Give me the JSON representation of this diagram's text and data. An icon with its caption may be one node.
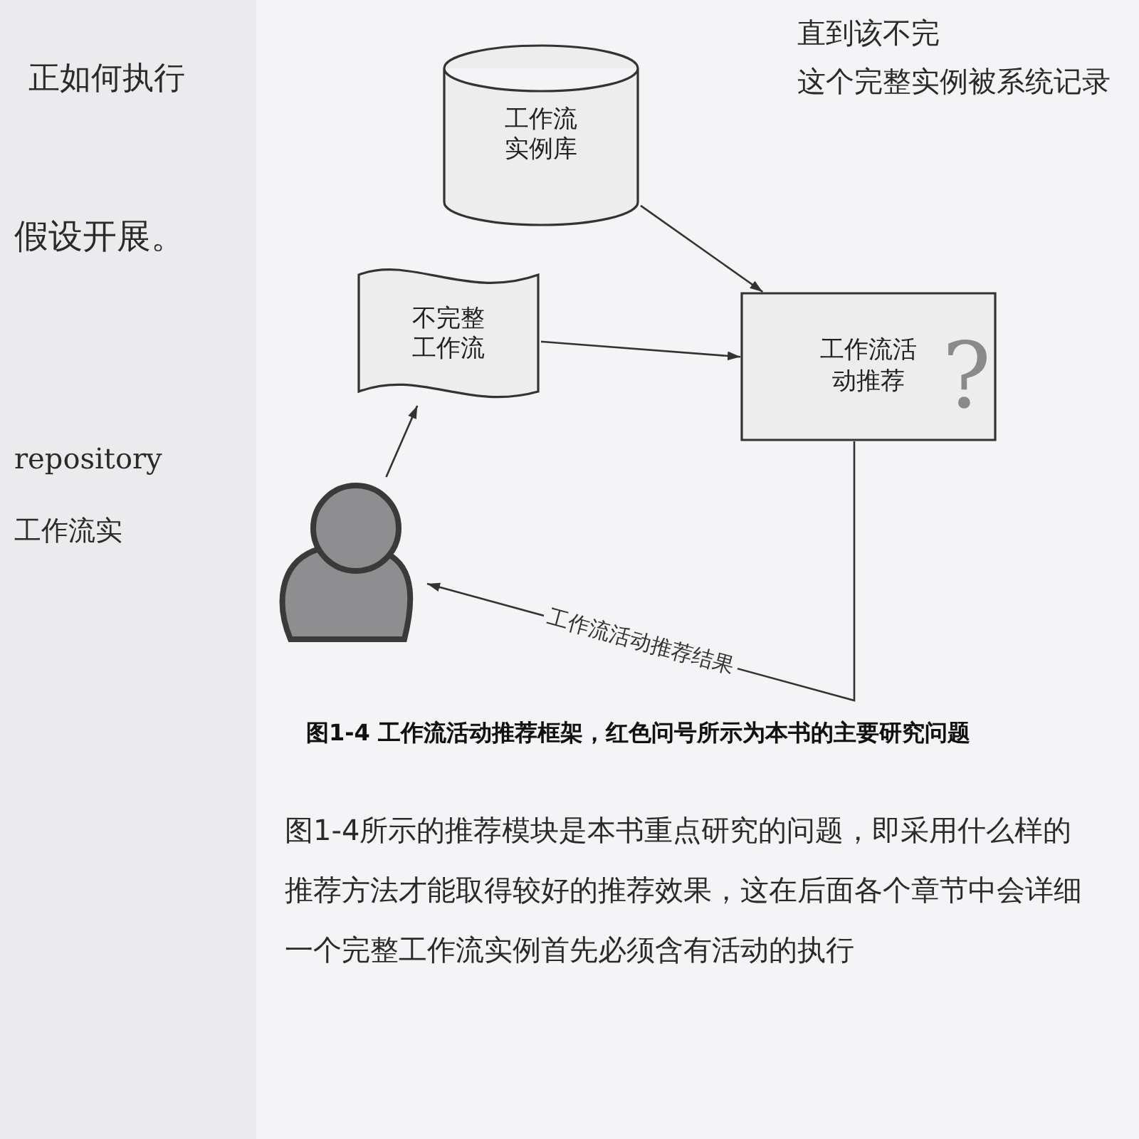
{
  "diagram": {
    "caption": "图1-4 工作流活动推荐框架，红色问号所示为本书的主要研究问题",
    "nodes": [
      {
        "text": [
          "工作流实例库"
        ]
      },
      {
        "text": [
          "不完整工作流"
        ]
      },
      {
        "text": [
          "工作流活动推荐",
          "?"
        ]
      },
      {
        "text": [],
        "shape": "person"
      }
    ],
    "edges": [
      {
        "from": 0,
        "to": 2,
        "arrow": "to"
      },
      {
        "from": 1,
        "to": 2,
        "arrow": "to"
      },
      {
        "from": 3,
        "to": 1,
        "arrow": "to"
      },
      {
        "from": 2,
        "to": 3,
        "arrow": "to",
        "label": "工作流活动推荐结果"
      }
    ],
    "labels": [
      "正如何执行",
      "假设开展。",
      "repository",
      "工作流实",
      "直到该不完",
      "这个完整实例被系统记录",
      "图1-4所示的推荐模块是本书重点研究的问题，即采用什么样的",
      "推荐方法才能取得较好的推荐效果，这在后面各个章节中会详细",
      "一个完整工作流实例首先必须含有活动的执行"
    ]
  }
}
